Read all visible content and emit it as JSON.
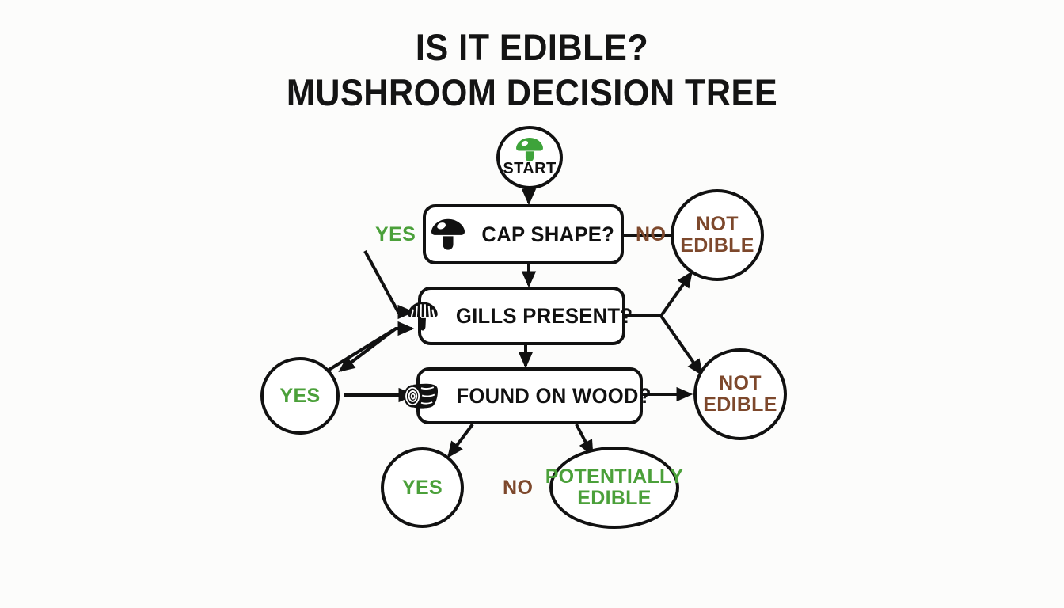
{
  "title": {
    "line1": "IS IT EDIBLE?",
    "line2": "MUSHROOM DECISION TREE"
  },
  "colors": {
    "background": "#fcfcfb",
    "ink": "#111111",
    "green": "#4ba03a",
    "brown": "#7d482c",
    "mushroom_green": "#3ea33a"
  },
  "start_node": {
    "label": "START",
    "icon": "mushroom-icon"
  },
  "decisions": [
    {
      "id": "cap-shape",
      "label": "CAP SHAPE?",
      "icon": "mushroom-icon"
    },
    {
      "id": "gills-present",
      "label": "GILLS PRESENT?",
      "icon": "gilled-mushroom-icon"
    },
    {
      "id": "found-on-wood",
      "label": "FOUND ON WOOD?",
      "icon": "log-icon"
    }
  ],
  "terminals": [
    {
      "id": "not-edible-top",
      "lines": [
        "NOT",
        "EDIBLE"
      ],
      "color": "brown",
      "shape": "circle"
    },
    {
      "id": "not-edible-bottom",
      "lines": [
        "NOT",
        "EDIBLE"
      ],
      "color": "brown",
      "shape": "circle"
    },
    {
      "id": "yes-left",
      "lines": [
        "YES"
      ],
      "color": "green",
      "shape": "circle"
    },
    {
      "id": "yes-bottom",
      "lines": [
        "YES"
      ],
      "color": "green",
      "shape": "circle"
    },
    {
      "id": "potentially-edible",
      "lines": [
        "POTENTIALLY",
        "EDIBLE"
      ],
      "color": "green",
      "shape": "ellipse"
    }
  ],
  "edge_labels": [
    {
      "id": "yes-cap-shape",
      "text": "YES",
      "color": "green"
    },
    {
      "id": "no-cap-shape",
      "text": "NO",
      "color": "brown"
    },
    {
      "id": "no-found-wood",
      "text": "NO",
      "color": "brown"
    }
  ],
  "chart_data": {
    "type": "diagram",
    "diagram_kind": "decision-tree",
    "nodes": [
      {
        "id": "start",
        "type": "start",
        "text": "START"
      },
      {
        "id": "cap-shape",
        "type": "decision",
        "text": "CAP SHAPE?"
      },
      {
        "id": "gills-present",
        "type": "decision",
        "text": "GILLS PRESENT?"
      },
      {
        "id": "found-on-wood",
        "type": "decision",
        "text": "FOUND ON WOOD?"
      },
      {
        "id": "not-edible-top",
        "type": "terminal",
        "text": "NOT EDIBLE"
      },
      {
        "id": "not-edible-bottom",
        "type": "terminal",
        "text": "NOT EDIBLE"
      },
      {
        "id": "yes-left",
        "type": "terminal",
        "text": "YES"
      },
      {
        "id": "yes-bottom",
        "type": "terminal",
        "text": "YES"
      },
      {
        "id": "potentially-edible",
        "type": "terminal",
        "text": "POTENTIALLY EDIBLE"
      }
    ],
    "edges": [
      {
        "from": "start",
        "to": "cap-shape",
        "label": ""
      },
      {
        "from": "cap-shape",
        "to": "gills-present",
        "label": "YES"
      },
      {
        "from": "cap-shape",
        "to": "not-edible-top",
        "label": "NO"
      },
      {
        "from": "gills-present",
        "to": "not-edible-top",
        "label": ""
      },
      {
        "from": "gills-present",
        "to": "not-edible-bottom",
        "label": ""
      },
      {
        "from": "gills-present",
        "to": "yes-left",
        "label": ""
      },
      {
        "from": "yes-left",
        "to": "found-on-wood",
        "label": ""
      },
      {
        "from": "found-on-wood",
        "to": "not-edible-bottom",
        "label": ""
      },
      {
        "from": "found-on-wood",
        "to": "yes-bottom",
        "label": ""
      },
      {
        "from": "found-on-wood",
        "to": "potentially-edible",
        "label": "NO"
      }
    ]
  }
}
